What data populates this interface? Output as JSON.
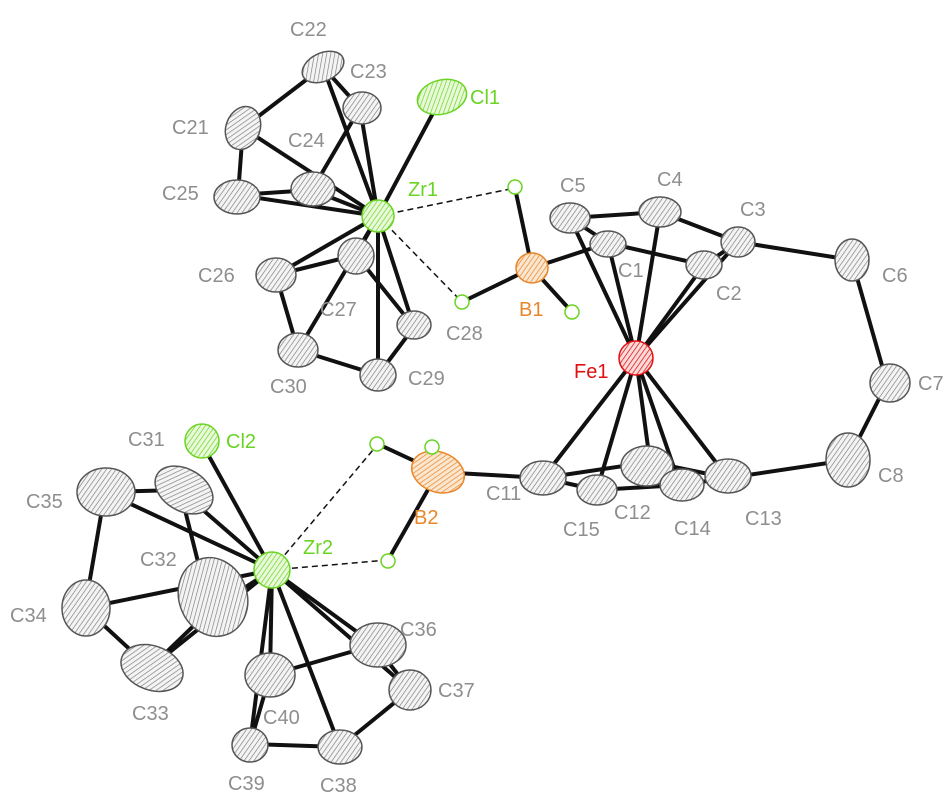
{
  "colors": {
    "carbon": "#8e8e8e",
    "boron": "#e8862a",
    "zirconium": "#6ad422",
    "chlorine": "#6ad422",
    "iron": "#e01010",
    "hydrogen": "#6ad422",
    "bond": "#111111"
  },
  "atoms": {
    "C22": {
      "label": "C22",
      "element": "C"
    },
    "C23": {
      "label": "C23",
      "element": "C"
    },
    "C21": {
      "label": "C21",
      "element": "C"
    },
    "C24": {
      "label": "C24",
      "element": "C"
    },
    "C25": {
      "label": "C25",
      "element": "C"
    },
    "Cl1": {
      "label": "Cl1",
      "element": "Cl"
    },
    "Zr1": {
      "label": "Zr1",
      "element": "Zr"
    },
    "C26": {
      "label": "C26",
      "element": "C"
    },
    "C27": {
      "label": "C27",
      "element": "C"
    },
    "C28": {
      "label": "C28",
      "element": "C"
    },
    "C29": {
      "label": "C29",
      "element": "C"
    },
    "C30": {
      "label": "C30",
      "element": "C"
    },
    "B1": {
      "label": "B1",
      "element": "B"
    },
    "C1": {
      "label": "C1",
      "element": "C"
    },
    "C2": {
      "label": "C2",
      "element": "C"
    },
    "C3": {
      "label": "C3",
      "element": "C"
    },
    "C4": {
      "label": "C4",
      "element": "C"
    },
    "C5": {
      "label": "C5",
      "element": "C"
    },
    "C6": {
      "label": "C6",
      "element": "C"
    },
    "C7": {
      "label": "C7",
      "element": "C"
    },
    "C8": {
      "label": "C8",
      "element": "C"
    },
    "Fe1": {
      "label": "Fe1",
      "element": "Fe"
    },
    "C11": {
      "label": "C11",
      "element": "C"
    },
    "C12": {
      "label": "C12",
      "element": "C"
    },
    "C13": {
      "label": "C13",
      "element": "C"
    },
    "C14": {
      "label": "C14",
      "element": "C"
    },
    "C15": {
      "label": "C15",
      "element": "C"
    },
    "B2": {
      "label": "B2",
      "element": "B"
    },
    "Cl2": {
      "label": "Cl2",
      "element": "Cl"
    },
    "Zr2": {
      "label": "Zr2",
      "element": "Zr"
    },
    "C31": {
      "label": "C31",
      "element": "C"
    },
    "C32": {
      "label": "C32",
      "element": "C"
    },
    "C33": {
      "label": "C33",
      "element": "C"
    },
    "C34": {
      "label": "C34",
      "element": "C"
    },
    "C35": {
      "label": "C35",
      "element": "C"
    },
    "C36": {
      "label": "C36",
      "element": "C"
    },
    "C37": {
      "label": "C37",
      "element": "C"
    },
    "C38": {
      "label": "C38",
      "element": "C"
    },
    "C39": {
      "label": "C39",
      "element": "C"
    },
    "C40": {
      "label": "C40",
      "element": "C"
    }
  }
}
